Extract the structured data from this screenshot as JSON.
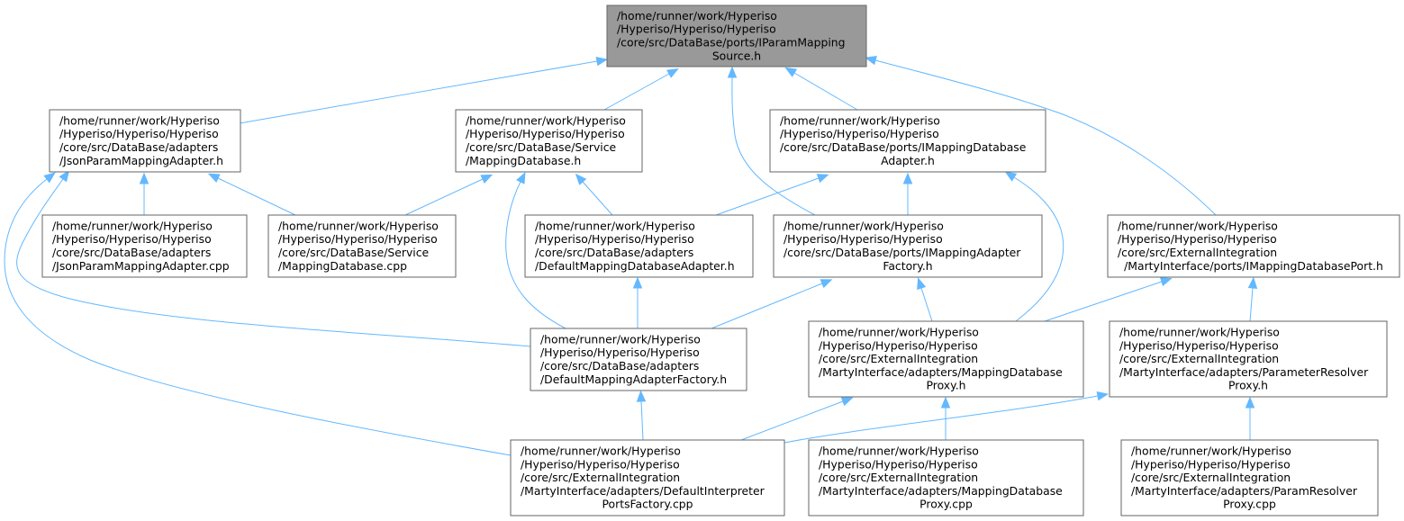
{
  "diagram": {
    "nodes": [
      {
        "id": "root",
        "lines": [
          "/home/runner/work/Hyperiso",
          "/Hyperiso/Hyperiso/Hyperiso",
          "/core/src/DataBase/ports/IParamMapping",
          "Source.h"
        ]
      },
      {
        "id": "json_h",
        "lines": [
          "/home/runner/work/Hyperiso",
          "/Hyperiso/Hyperiso/Hyperiso",
          "/core/src/DataBase/adapters",
          "/JsonParamMappingAdapter.h"
        ]
      },
      {
        "id": "mapdb_h",
        "lines": [
          "/home/runner/work/Hyperiso",
          "/Hyperiso/Hyperiso/Hyperiso",
          "/core/src/DataBase/Service",
          "/MappingDatabase.h"
        ]
      },
      {
        "id": "imapdbadapter_h",
        "lines": [
          "/home/runner/work/Hyperiso",
          "/Hyperiso/Hyperiso/Hyperiso",
          "/core/src/DataBase/ports/IMappingDatabase",
          "Adapter.h"
        ]
      },
      {
        "id": "json_cpp",
        "lines": [
          "/home/runner/work/Hyperiso",
          "/Hyperiso/Hyperiso/Hyperiso",
          "/core/src/DataBase/adapters",
          "/JsonParamMappingAdapter.cpp"
        ]
      },
      {
        "id": "mapdb_cpp",
        "lines": [
          "/home/runner/work/Hyperiso",
          "/Hyperiso/Hyperiso/Hyperiso",
          "/core/src/DataBase/Service",
          "/MappingDatabase.cpp"
        ]
      },
      {
        "id": "defmapdbadapter_h",
        "lines": [
          "/home/runner/work/Hyperiso",
          "/Hyperiso/Hyperiso/Hyperiso",
          "/core/src/DataBase/adapters",
          "/DefaultMappingDatabaseAdapter.h"
        ]
      },
      {
        "id": "imapadapterfactory_h",
        "lines": [
          "/home/runner/work/Hyperiso",
          "/Hyperiso/Hyperiso/Hyperiso",
          "/core/src/DataBase/ports/IMappingAdapter",
          "Factory.h"
        ]
      },
      {
        "id": "imapdbport_h",
        "lines": [
          "/home/runner/work/Hyperiso",
          "/Hyperiso/Hyperiso/Hyperiso",
          "/core/src/ExternalIntegration",
          "/MartyInterface/ports/IMappingDatabasePort.h"
        ]
      },
      {
        "id": "defmapadapterfactory_h",
        "lines": [
          "/home/runner/work/Hyperiso",
          "/Hyperiso/Hyperiso/Hyperiso",
          "/core/src/DataBase/adapters",
          "/DefaultMappingAdapterFactory.h"
        ]
      },
      {
        "id": "mapdbproxy_h",
        "lines": [
          "/home/runner/work/Hyperiso",
          "/Hyperiso/Hyperiso/Hyperiso",
          "/core/src/ExternalIntegration",
          "/MartyInterface/adapters/MappingDatabase",
          "Proxy.h"
        ]
      },
      {
        "id": "paramresproxy_h",
        "lines": [
          "/home/runner/work/Hyperiso",
          "/Hyperiso/Hyperiso/Hyperiso",
          "/core/src/ExternalIntegration",
          "/MartyInterface/adapters/ParameterResolver",
          "Proxy.h"
        ]
      },
      {
        "id": "definterp_cpp",
        "lines": [
          "/home/runner/work/Hyperiso",
          "/Hyperiso/Hyperiso/Hyperiso",
          "/core/src/ExternalIntegration",
          "/MartyInterface/adapters/DefaultInterpreter",
          "PortsFactory.cpp"
        ]
      },
      {
        "id": "mapdbproxy_cpp",
        "lines": [
          "/home/runner/work/Hyperiso",
          "/Hyperiso/Hyperiso/Hyperiso",
          "/core/src/ExternalIntegration",
          "/MartyInterface/adapters/MappingDatabase",
          "Proxy.cpp"
        ]
      },
      {
        "id": "paramresproxy_cpp",
        "lines": [
          "/home/runner/work/Hyperiso",
          "/Hyperiso/Hyperiso/Hyperiso",
          "/core/src/ExternalIntegration",
          "/MartyInterface/adapters/ParamResolver",
          "Proxy.cpp"
        ]
      }
    ],
    "edges": [
      {
        "from": "json_h",
        "to": "root"
      },
      {
        "from": "mapdb_h",
        "to": "root"
      },
      {
        "from": "imapadapterfactory_h",
        "to": "root"
      },
      {
        "from": "imapdbadapter_h",
        "to": "root"
      },
      {
        "from": "imapdbport_h",
        "to": "root"
      },
      {
        "from": "json_cpp",
        "to": "json_h"
      },
      {
        "from": "mapdb_cpp",
        "to": "json_h"
      },
      {
        "from": "defmapadapterfactory_h",
        "to": "json_h"
      },
      {
        "from": "definterp_cpp",
        "to": "json_h"
      },
      {
        "from": "mapdb_cpp",
        "to": "mapdb_h"
      },
      {
        "from": "defmapdbadapter_h",
        "to": "mapdb_h"
      },
      {
        "from": "defmapadapterfactory_h",
        "to": "mapdb_h"
      },
      {
        "from": "defmapdbadapter_h",
        "to": "imapdbadapter_h"
      },
      {
        "from": "imapadapterfactory_h",
        "to": "imapdbadapter_h"
      },
      {
        "from": "mapdbproxy_h",
        "to": "imapdbadapter_h"
      },
      {
        "from": "defmapadapterfactory_h",
        "to": "defmapdbadapter_h"
      },
      {
        "from": "defmapadapterfactory_h",
        "to": "imapadapterfactory_h"
      },
      {
        "from": "mapdbproxy_h",
        "to": "imapadapterfactory_h"
      },
      {
        "from": "mapdbproxy_h",
        "to": "imapdbport_h"
      },
      {
        "from": "paramresproxy_h",
        "to": "imapdbport_h"
      },
      {
        "from": "definterp_cpp",
        "to": "defmapadapterfactory_h"
      },
      {
        "from": "definterp_cpp",
        "to": "mapdbproxy_h"
      },
      {
        "from": "mapdbproxy_cpp",
        "to": "mapdbproxy_h"
      },
      {
        "from": "definterp_cpp",
        "to": "paramresproxy_h"
      },
      {
        "from": "paramresproxy_cpp",
        "to": "paramresproxy_h"
      }
    ]
  }
}
